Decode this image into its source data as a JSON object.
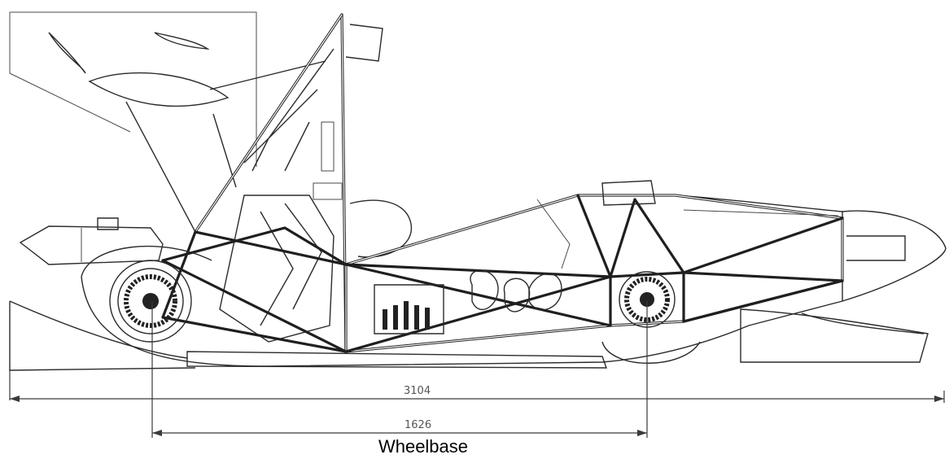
{
  "dimensions": {
    "overall_length": {
      "label": "3104",
      "value": 3104
    },
    "wheelbase": {
      "label": "1626",
      "value": 1626
    }
  },
  "caption": "Wheelbase",
  "colors": {
    "line": "#2b2b2b",
    "dimension_text": "#555555",
    "background": "#ffffff"
  }
}
